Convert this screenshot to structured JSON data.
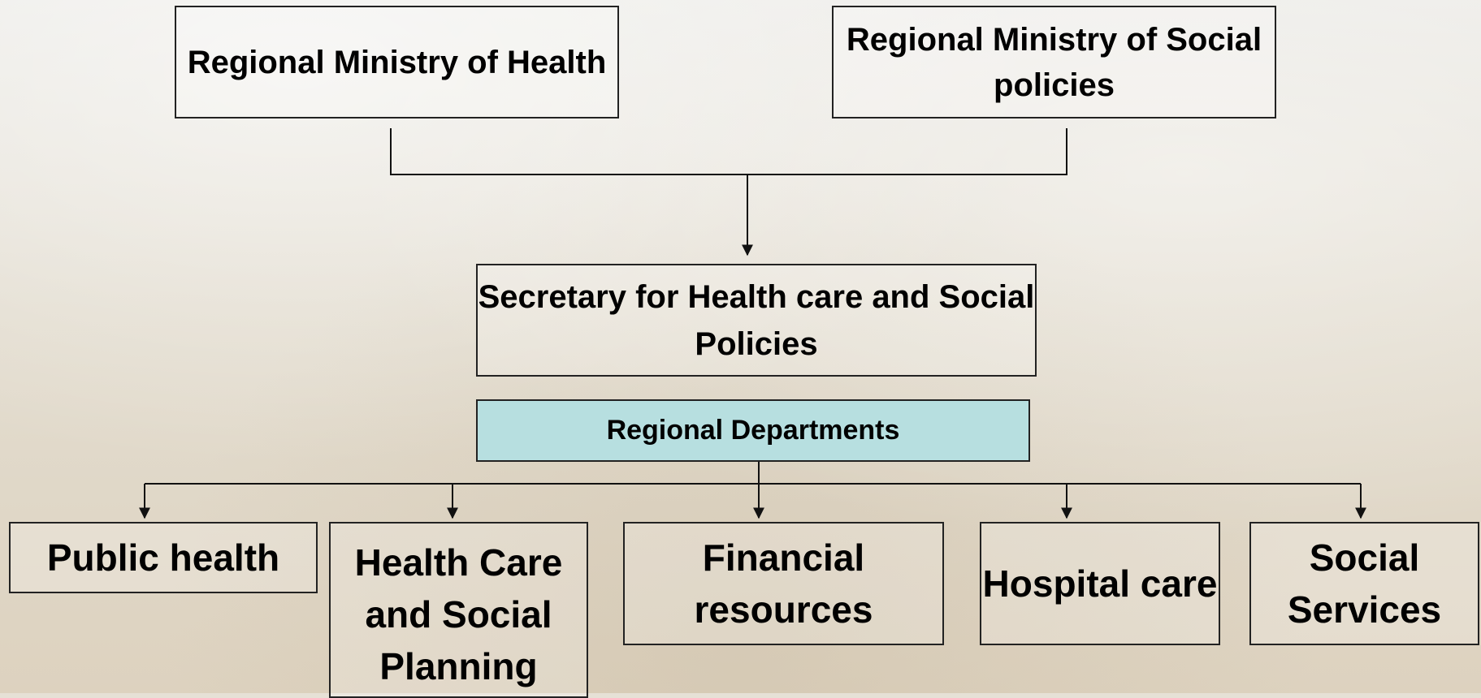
{
  "diagram": {
    "ministry_health": "Regional Ministry of Health",
    "ministry_social": "Regional Ministry of Social policies",
    "secretary": "Secretary for Health care and Social Policies",
    "departments": "Regional Departments",
    "units": [
      "Public health",
      "Health Care and Social Planning",
      "Financial resources",
      "Hospital care",
      "Social Services"
    ]
  },
  "colors": {
    "departments_fill": "#b7dfe0",
    "line": "#111111"
  }
}
